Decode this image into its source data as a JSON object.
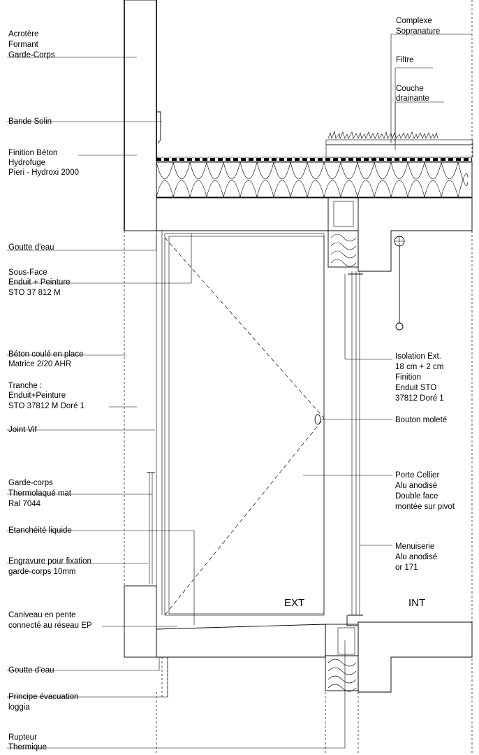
{
  "labels_left": {
    "acrotere": [
      "Acrotère",
      "Formant",
      "Garde-Corps"
    ],
    "bande_solin": [
      "Bande Solin"
    ],
    "finition_beton": [
      "Finition Béton",
      "Hydrofuge",
      "Pieri - Hydroxi 2000"
    ],
    "goutte_eau_top": [
      "Goutte d'eau"
    ],
    "sous_face": [
      "Sous-Face",
      "Enduit + Peinture",
      "STO 37 812 M"
    ],
    "beton_coule": [
      "Béton coulé en place",
      "Matrice 2/20 AHR"
    ],
    "tranche": [
      "Tranche :",
      "Enduit+Peinture",
      "STO 37812 M Doré 1"
    ],
    "joint_vif": [
      "Joint Vif"
    ],
    "garde_corps": [
      "Garde-corps",
      "Thermolaqué mat",
      "Ral 7044"
    ],
    "etancheite": [
      "Etanchéité liquide"
    ],
    "engravure": [
      "Engravure pour fixation",
      "garde-corps 10mm"
    ],
    "caniveau": [
      "Caniveau en pente",
      "connecté au réseau EP"
    ],
    "goutte_eau_bottom": [
      "Goutte d'eau"
    ],
    "principe": [
      "Principe évacuation",
      "loggia"
    ],
    "rupteur": [
      "Rupteur",
      "Thermique"
    ]
  },
  "labels_right": {
    "complexe": [
      "Complexe",
      "Sopranature"
    ],
    "filtre": [
      "Filtre"
    ],
    "couche": [
      "Couche",
      "drainante"
    ],
    "isolation": [
      "Isolation Ext.",
      "18 cm + 2 cm",
      "Finition",
      "Enduit STO",
      "37812 Doré 1"
    ],
    "bouton": [
      "Bouton moleté"
    ],
    "porte": [
      "Porte Cellier",
      "Alu anodisé",
      "Double face",
      "montée sur pivot"
    ],
    "menuiserie": [
      "Menuiserie",
      "Alu anodisé",
      "or 171"
    ]
  },
  "zones": {
    "ext": "EXT",
    "int": "INT"
  }
}
